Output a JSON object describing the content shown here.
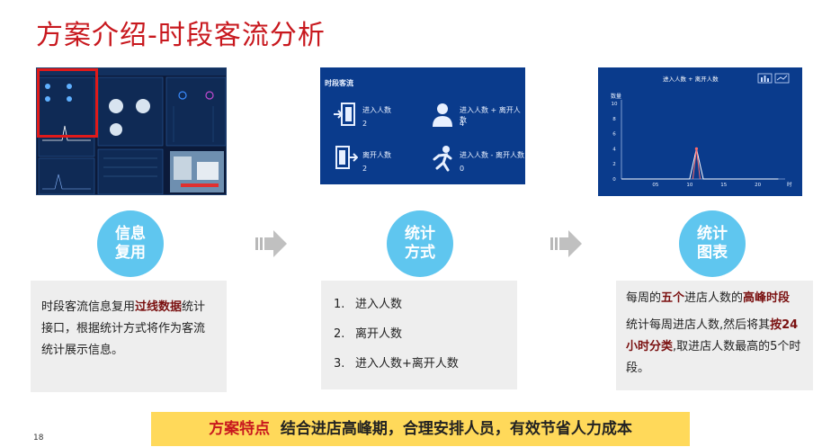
{
  "page": {
    "title": "方案介绍-时段客流分析",
    "page_number": "18"
  },
  "screenshot2": {
    "header": "时段客流",
    "tiles": [
      {
        "label": "进入人数",
        "value": "2"
      },
      {
        "label": "进入人数 + 离开人数",
        "value": "4"
      },
      {
        "label": "离开人数",
        "value": "2"
      },
      {
        "label": "进入人数 - 离开人数",
        "value": "0"
      }
    ]
  },
  "screenshot3": {
    "legend": "进入人数 + 离开人数",
    "ylabel": "数量",
    "y_ticks": [
      "10",
      "8",
      "6",
      "4",
      "2",
      "0"
    ],
    "x_ticks": [
      "05",
      "10",
      "15",
      "20"
    ],
    "x_end": "时"
  },
  "chart_data": {
    "type": "line",
    "x": [
      0,
      1,
      2,
      3,
      4,
      5,
      6,
      7,
      8,
      9,
      10,
      11,
      12,
      13,
      14,
      15,
      16,
      17,
      18,
      19,
      20,
      21,
      22,
      23
    ],
    "series": [
      {
        "name": "进入人数 + 离开人数",
        "values": [
          0,
          0,
          0,
          0,
          0,
          0,
          0,
          0,
          0,
          0,
          0,
          4,
          0,
          0,
          0,
          0,
          0,
          0,
          0,
          0,
          0,
          0,
          0,
          0
        ]
      }
    ],
    "ylabel": "数量",
    "ylim": [
      0,
      10
    ],
    "xlim": [
      0,
      24
    ]
  },
  "steps": [
    {
      "circle": [
        "信息",
        "复用"
      ]
    },
    {
      "circle": [
        "统计",
        "方式"
      ]
    },
    {
      "circle": [
        "统计",
        "图表"
      ]
    }
  ],
  "box1": {
    "t1": "时段客流信息复用",
    "t2": "过线数据",
    "t3": "统计接口，根据统计方式将作为客流统计展示信息。"
  },
  "box2": {
    "items": [
      {
        "num": "1.",
        "text": "进入人数"
      },
      {
        "num": "2.",
        "text": "离开人数"
      },
      {
        "num": "3.",
        "text": "进入人数+离开人数"
      }
    ]
  },
  "box3": {
    "p1a": "每周的",
    "p1b": "五个",
    "p1c": "进店人数的",
    "p1d": "高峰时段",
    "p2a": "统计每周进店人数,然后将其",
    "p2b": "按24小时分类",
    "p2c": ",取进店人数最高的5个时段。"
  },
  "banner": {
    "label": "方案特点",
    "text": "结合进店高峰期，合理安排人员，有效节省人力成本"
  }
}
